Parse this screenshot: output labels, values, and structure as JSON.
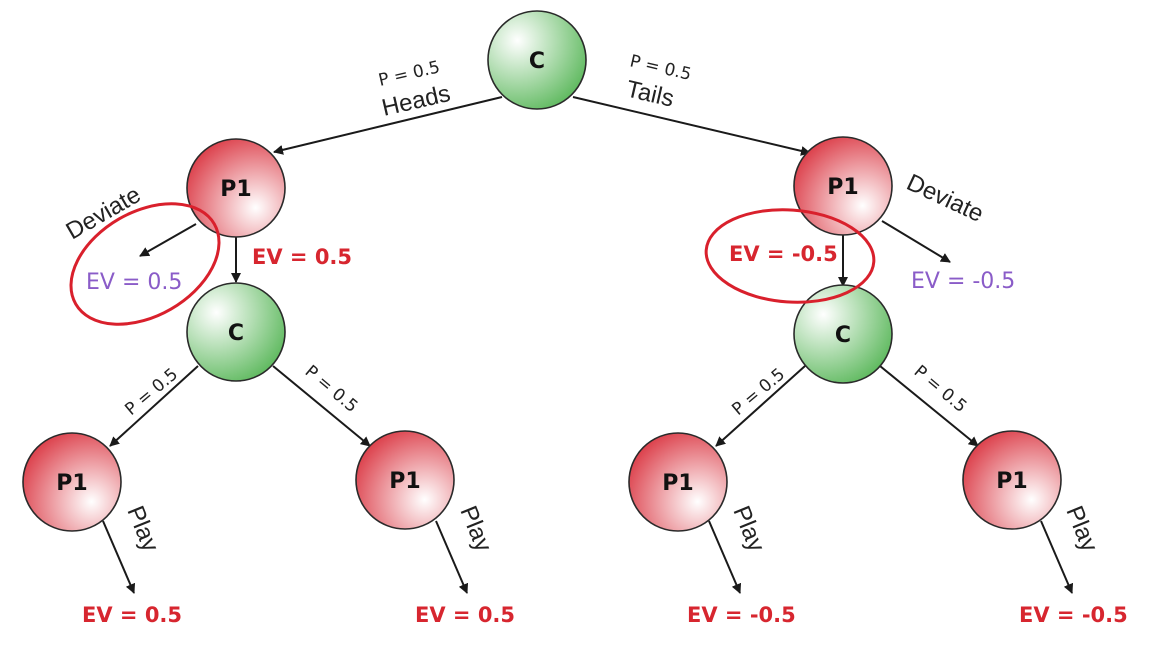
{
  "colors": {
    "chance_node": "#5cb85c",
    "player_node": "#d9303c",
    "ev_bold": "#d7262f",
    "ev_deviate": "#8a5cc8",
    "highlight": "#d9202c"
  },
  "nodes": {
    "root": "C",
    "left_p1": "P1",
    "right_p1": "P1",
    "left_c": "C",
    "right_c": "C",
    "leaf_1": "P1",
    "leaf_2": "P1",
    "leaf_3": "P1",
    "leaf_4": "P1"
  },
  "edges": {
    "heads": {
      "prob": "P = 0.5",
      "action": "Heads"
    },
    "tails": {
      "prob": "P = 0.5",
      "action": "Tails"
    },
    "left_deviate": "Deviate",
    "right_deviate": "Deviate",
    "left_c_left_prob": "P = 0.5",
    "left_c_right_prob": "P = 0.5",
    "right_c_left_prob": "P = 0.5",
    "right_c_right_prob": "P = 0.5",
    "play_1": "Play",
    "play_2": "Play",
    "play_3": "Play",
    "play_4": "Play"
  },
  "ev": {
    "left_deviate": "EV = 0.5",
    "left_play": "EV = 0.5",
    "right_deviate": "EV = -0.5",
    "right_play": "EV = -0.5",
    "leaf_1": "EV = 0.5",
    "leaf_2": "EV = 0.5",
    "leaf_3": "EV = -0.5",
    "leaf_4": "EV = -0.5"
  }
}
